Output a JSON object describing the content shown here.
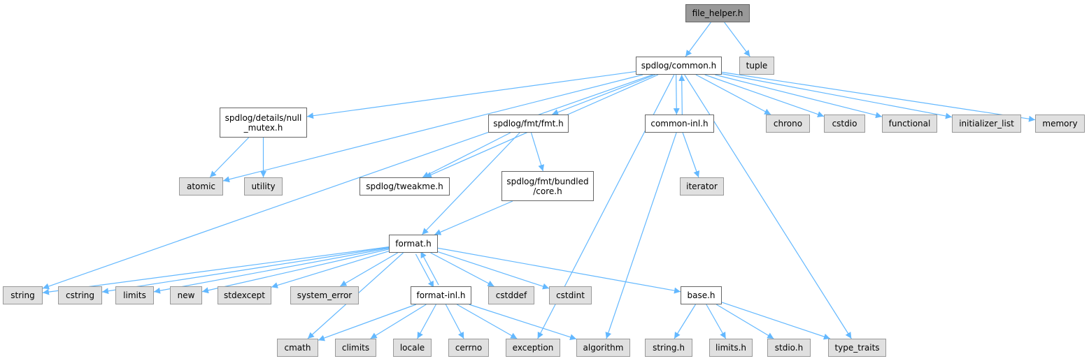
{
  "diagram": {
    "edge_color": "#63b8ff",
    "root_fill": "#999999",
    "local_fill": "#ffffff",
    "system_fill": "#e0e0e0",
    "nodes": [
      {
        "id": "file_helper",
        "label": "file_helper.h",
        "kind": "root"
      },
      {
        "id": "common",
        "label": "spdlog/common.h",
        "kind": "local"
      },
      {
        "id": "tuple",
        "label": "tuple",
        "kind": "ext"
      },
      {
        "id": "null_mutex",
        "label": "spdlog/details/null\n_mutex.h",
        "kind": "local"
      },
      {
        "id": "fmt",
        "label": "spdlog/fmt/fmt.h",
        "kind": "local"
      },
      {
        "id": "common_inl",
        "label": "common-inl.h",
        "kind": "local"
      },
      {
        "id": "chrono",
        "label": "chrono",
        "kind": "ext"
      },
      {
        "id": "cstdio",
        "label": "cstdio",
        "kind": "ext"
      },
      {
        "id": "functional",
        "label": "functional",
        "kind": "ext"
      },
      {
        "id": "initializer_list",
        "label": "initializer_list",
        "kind": "ext"
      },
      {
        "id": "memory",
        "label": "memory",
        "kind": "ext"
      },
      {
        "id": "atomic",
        "label": "atomic",
        "kind": "ext"
      },
      {
        "id": "utility",
        "label": "utility",
        "kind": "ext"
      },
      {
        "id": "tweakme",
        "label": "spdlog/tweakme.h",
        "kind": "local"
      },
      {
        "id": "core",
        "label": "spdlog/fmt/bundled\n/core.h",
        "kind": "local"
      },
      {
        "id": "iterator",
        "label": "iterator",
        "kind": "ext"
      },
      {
        "id": "format",
        "label": "format.h",
        "kind": "local"
      },
      {
        "id": "string",
        "label": "string",
        "kind": "ext"
      },
      {
        "id": "cstring",
        "label": "cstring",
        "kind": "ext"
      },
      {
        "id": "limits",
        "label": "limits",
        "kind": "ext"
      },
      {
        "id": "new",
        "label": "new",
        "kind": "ext"
      },
      {
        "id": "stdexcept",
        "label": "stdexcept",
        "kind": "ext"
      },
      {
        "id": "system_error",
        "label": "system_error",
        "kind": "ext"
      },
      {
        "id": "format_inl",
        "label": "format-inl.h",
        "kind": "local"
      },
      {
        "id": "cstddef",
        "label": "cstddef",
        "kind": "ext"
      },
      {
        "id": "cstdint",
        "label": "cstdint",
        "kind": "ext"
      },
      {
        "id": "base",
        "label": "base.h",
        "kind": "local"
      },
      {
        "id": "cmath",
        "label": "cmath",
        "kind": "ext"
      },
      {
        "id": "climits",
        "label": "climits",
        "kind": "ext"
      },
      {
        "id": "locale",
        "label": "locale",
        "kind": "ext"
      },
      {
        "id": "cerrno",
        "label": "cerrno",
        "kind": "ext"
      },
      {
        "id": "exception",
        "label": "exception",
        "kind": "ext"
      },
      {
        "id": "algorithm",
        "label": "algorithm",
        "kind": "ext"
      },
      {
        "id": "string_h",
        "label": "string.h",
        "kind": "ext"
      },
      {
        "id": "limits_h",
        "label": "limits.h",
        "kind": "ext"
      },
      {
        "id": "stdio_h",
        "label": "stdio.h",
        "kind": "ext"
      },
      {
        "id": "type_traits",
        "label": "type_traits",
        "kind": "ext"
      }
    ],
    "edges": [
      [
        "file_helper",
        "common"
      ],
      [
        "file_helper",
        "tuple"
      ],
      [
        "common",
        "atomic"
      ],
      [
        "common",
        "null_mutex"
      ],
      [
        "common",
        "string"
      ],
      [
        "common",
        "tweakme"
      ],
      [
        "common",
        "fmt"
      ],
      [
        "common",
        "exception"
      ],
      [
        "common",
        "common_inl"
      ],
      [
        "common",
        "type_traits"
      ],
      [
        "common",
        "chrono"
      ],
      [
        "common",
        "cstdio"
      ],
      [
        "common",
        "functional"
      ],
      [
        "common",
        "initializer_list"
      ],
      [
        "common",
        "memory"
      ],
      [
        "null_mutex",
        "atomic"
      ],
      [
        "null_mutex",
        "utility"
      ],
      [
        "fmt",
        "tweakme"
      ],
      [
        "fmt",
        "core"
      ],
      [
        "fmt",
        "format"
      ],
      [
        "common_inl",
        "common"
      ],
      [
        "common_inl",
        "iterator"
      ],
      [
        "common_inl",
        "algorithm"
      ],
      [
        "core",
        "format"
      ],
      [
        "format",
        "string"
      ],
      [
        "format",
        "cstring"
      ],
      [
        "format",
        "limits"
      ],
      [
        "format",
        "new"
      ],
      [
        "format",
        "stdexcept"
      ],
      [
        "format",
        "system_error"
      ],
      [
        "format",
        "cmath"
      ],
      [
        "format",
        "format_inl"
      ],
      [
        "format",
        "cstddef"
      ],
      [
        "format",
        "cstdint"
      ],
      [
        "format",
        "base"
      ],
      [
        "format_inl",
        "format"
      ],
      [
        "format_inl",
        "cmath"
      ],
      [
        "format_inl",
        "climits"
      ],
      [
        "format_inl",
        "locale"
      ],
      [
        "format_inl",
        "cerrno"
      ],
      [
        "format_inl",
        "exception"
      ],
      [
        "format_inl",
        "algorithm"
      ],
      [
        "base",
        "string_h"
      ],
      [
        "base",
        "limits_h"
      ],
      [
        "base",
        "stdio_h"
      ],
      [
        "base",
        "type_traits"
      ]
    ]
  }
}
